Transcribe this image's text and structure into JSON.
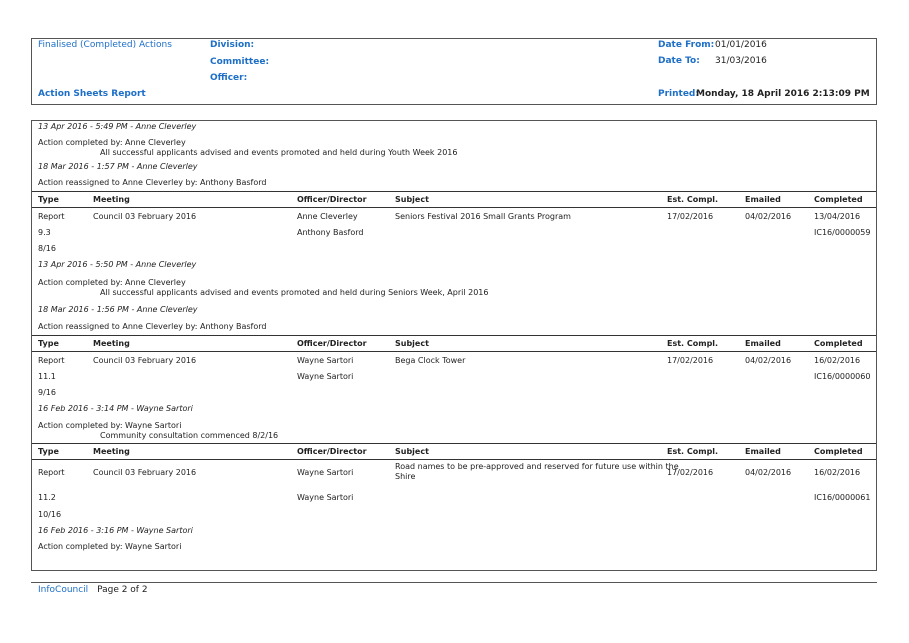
{
  "header": {
    "report_type": "Finalised (Completed) Actions",
    "division_label": "Division:",
    "committee_label": "Committee:",
    "officer_label": "Officer:",
    "report_title": "Action Sheets Report",
    "date_from_label": "Date From:",
    "date_from_value": "01/01/2016",
    "date_to_label": "Date To:",
    "date_to_value": "31/03/2016",
    "printed_label": "Printed:",
    "printed_value": "Monday, 18 April 2016  2:13:09 PM"
  },
  "columns": {
    "type": "Type",
    "meeting": "Meeting",
    "officer": "Officer/Director",
    "subject": "Subject",
    "est": "Est. Compl.",
    "emailed": "Emailed",
    "completed": "Completed"
  },
  "top_notes": {
    "n1": "13 Apr 2016 - 5:49 PM - Anne Cleverley",
    "n2a": "Action completed by: Anne Cleverley",
    "n2b": "All successful applicants advised and events promoted and held during Youth Week 2016",
    "n3": "18 Mar 2016 - 1:57 PM - Anne Cleverley",
    "n4": "Action reassigned to Anne Cleverley by: Anthony Basford"
  },
  "records": [
    {
      "type": "Report",
      "meeting": "Council 03 February 2016",
      "officer1": "Anne Cleverley",
      "officer2": "Anthony Basford",
      "subject": "Seniors Festival 2016 Small Grants Program",
      "est": "17/02/2016",
      "emailed": "04/02/2016",
      "completed": "13/04/2016",
      "ref": "IC16/0000059",
      "item": "9.3",
      "num": "8/16",
      "n1": "13 Apr 2016 - 5:50 PM - Anne Cleverley",
      "n2a": "Action completed by: Anne Cleverley",
      "n2b": "All successful applicants advised and events promoted and held during Seniors Week, April 2016",
      "n3": "18 Mar 2016 - 1:56 PM - Anne Cleverley",
      "n4": "Action reassigned to Anne Cleverley by: Anthony Basford"
    },
    {
      "type": "Report",
      "meeting": "Council 03 February 2016",
      "officer1": "Wayne Sartori",
      "officer2": "Wayne Sartori",
      "subject": "Bega Clock Tower",
      "est": "17/02/2016",
      "emailed": "04/02/2016",
      "completed": "16/02/2016",
      "ref": "IC16/0000060",
      "item": "11.1",
      "num": "9/16",
      "n1": "16 Feb 2016 - 3:14 PM - Wayne Sartori",
      "n2a": "Action completed by: Wayne Sartori",
      "n2b": "Community consultation commenced 8/2/16"
    },
    {
      "type": "Report",
      "meeting": "Council 03 February 2016",
      "officer1": "Wayne Sartori",
      "officer2": "Wayne Sartori",
      "subject_l1": "Road names to be pre-approved and reserved for future use within the",
      "subject_l2": "Shire",
      "est": "17/02/2016",
      "emailed": "04/02/2016",
      "completed": "16/02/2016",
      "ref": "IC16/0000061",
      "item": "11.2",
      "num": "10/16",
      "n1": "16 Feb 2016 - 3:16 PM - Wayne Sartori",
      "n2a": "Action completed by: Wayne Sartori"
    }
  ],
  "footer": {
    "brand": "InfoCouncil",
    "page": "Page 2 of 2"
  }
}
